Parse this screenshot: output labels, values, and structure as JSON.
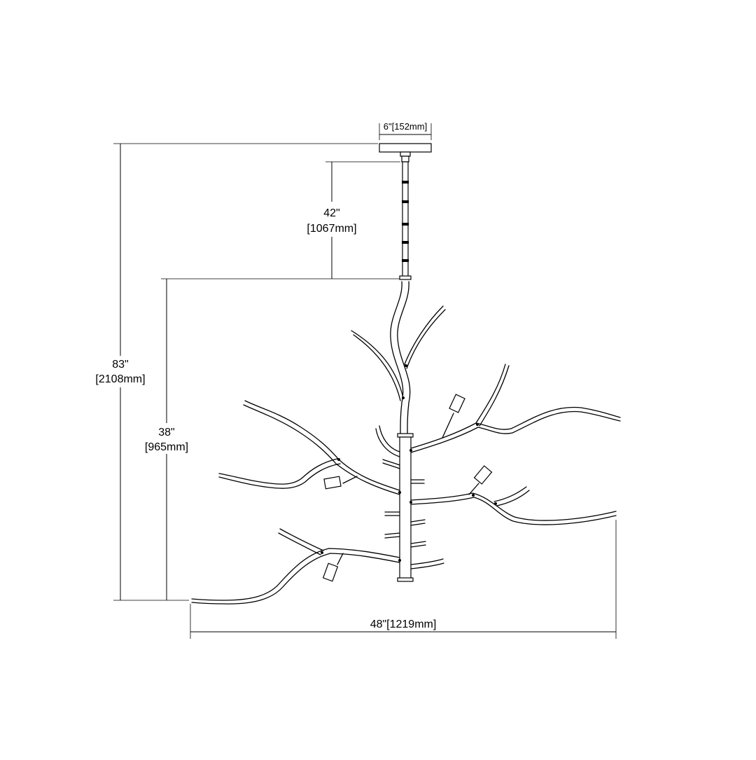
{
  "dimensions": {
    "canopy_width": "6\"[152mm]",
    "overall_height_in": "83\"",
    "overall_height_mm": "[2108mm]",
    "rod_length_in": "42\"",
    "rod_length_mm": "[1067mm]",
    "body_height_in": "38\"",
    "body_height_mm": "[965mm]",
    "overall_width": "48\"[1219mm]"
  },
  "colors": {
    "line": "#000000",
    "background": "#ffffff"
  }
}
